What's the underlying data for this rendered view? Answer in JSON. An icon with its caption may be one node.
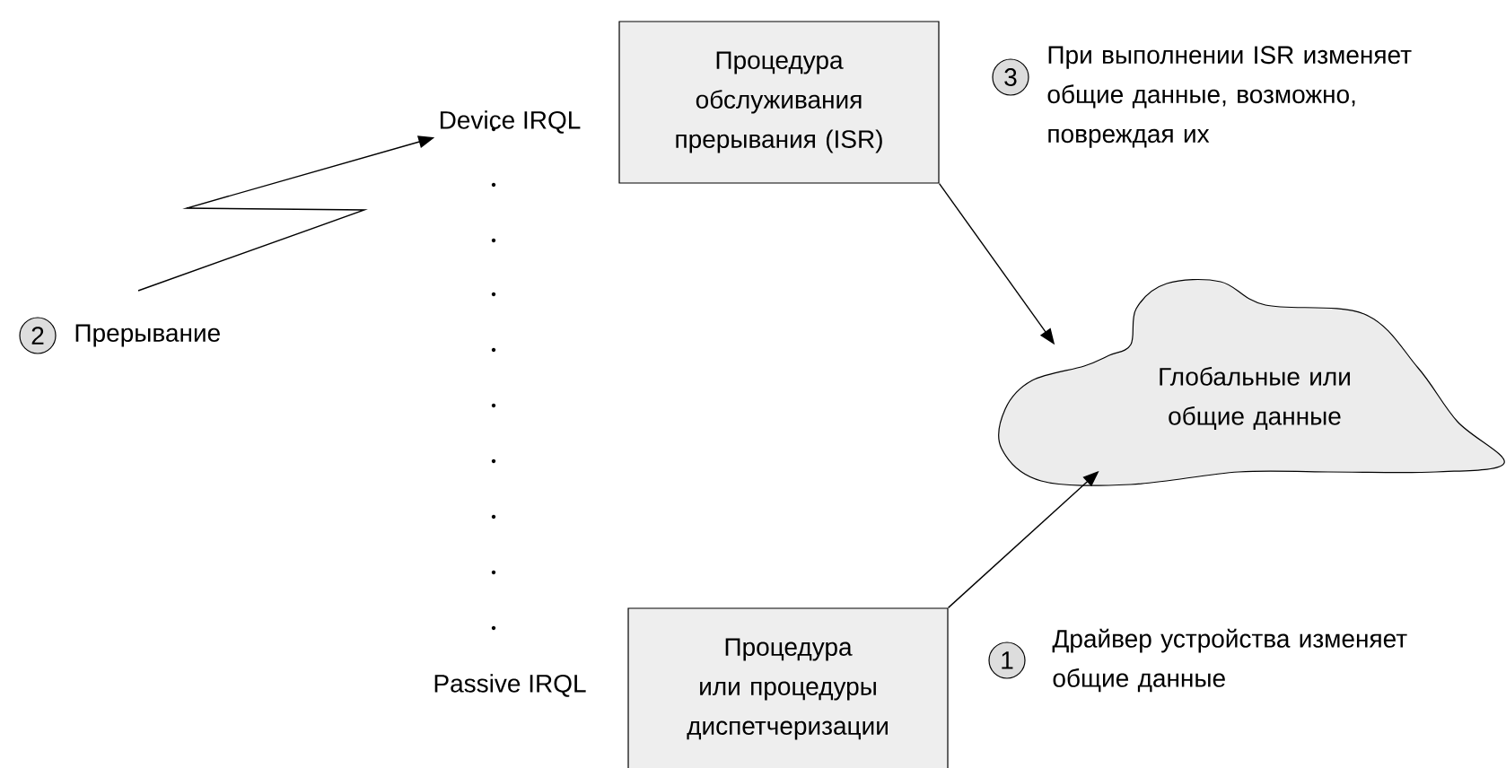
{
  "diagram": {
    "nodes": [
      {
        "text": [
          "Device IRQL"
        ]
      },
      {
        "text": [
          "Процедура обслуживания прерывания (ISR)"
        ]
      },
      {
        "text": [
          "3"
        ],
        "beside": [
          "При выполнении ISR изменяет общие данные, возможно, повреждая их"
        ]
      },
      {
        "text": [
          "2"
        ],
        "beside": [
          "Прерывание"
        ]
      },
      {
        "text": [
          "Глобальные или общие данные"
        ]
      },
      {
        "text": [
          "Процедура или процедуры диспетчеризации"
        ]
      },
      {
        "text": [
          "1"
        ],
        "beside": [
          "Драйвер устройства изменяет общие данные"
        ]
      }
    ],
    "edges": [
      {
        "from": null,
        "to": 0,
        "arrow": "to"
      },
      {
        "from": 1,
        "to": 4,
        "arrow": "to"
      },
      {
        "from": 5,
        "to": 4,
        "arrow": "to"
      }
    ],
    "labels": [
      "Passive IRQL"
    ]
  }
}
